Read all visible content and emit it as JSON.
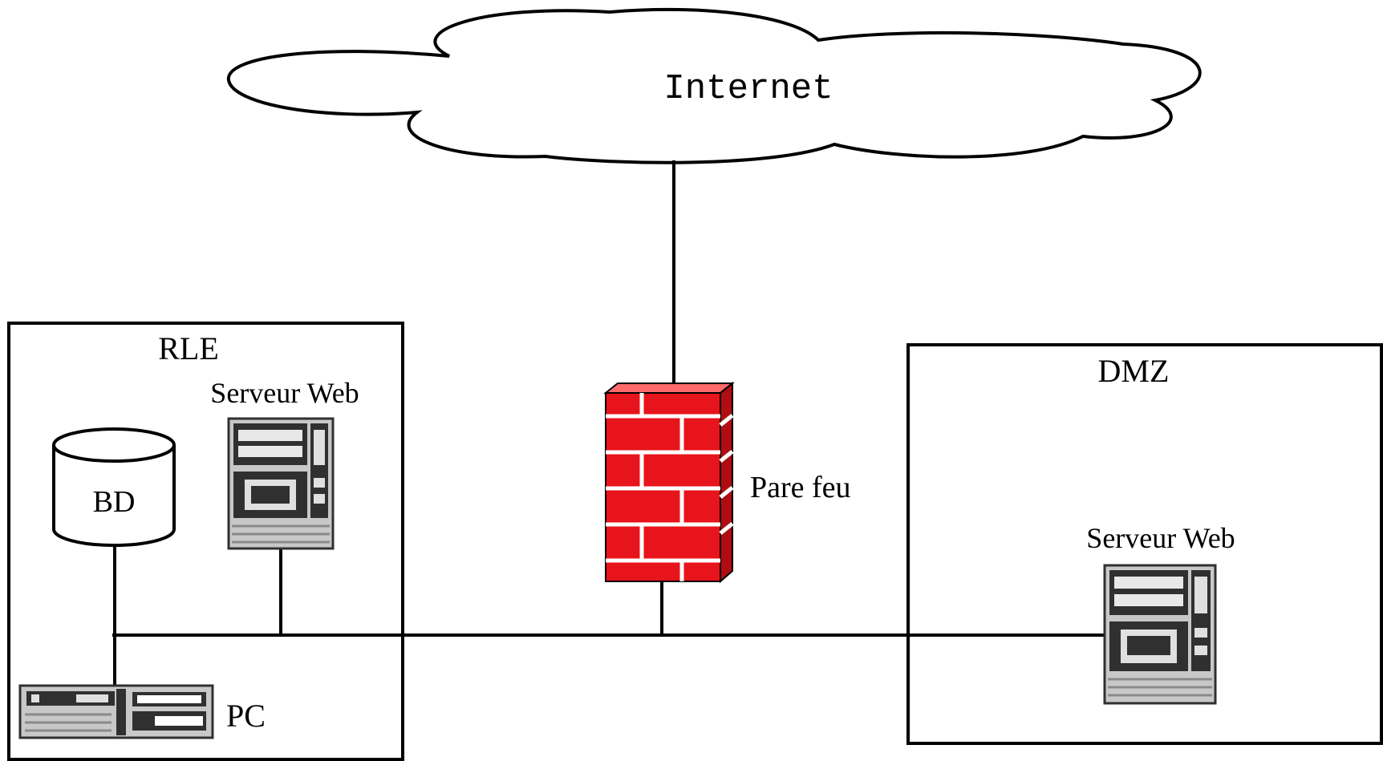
{
  "cloud": {
    "label": "Internet"
  },
  "firewall": {
    "label": "Pare feu",
    "color": "#e8141b",
    "mortar": "#ffffff",
    "shadow": "#b00d12"
  },
  "zones": {
    "rle": {
      "label": "RLE",
      "database": {
        "label": "BD"
      },
      "web_server": {
        "label": "Serveur Web"
      },
      "pc": {
        "label": "PC"
      }
    },
    "dmz": {
      "label": "DMZ",
      "web_server": {
        "label": "Serveur Web"
      }
    }
  },
  "colors": {
    "line": "#000000",
    "server_body": "#c8c8c8",
    "server_dark": "#303030"
  }
}
